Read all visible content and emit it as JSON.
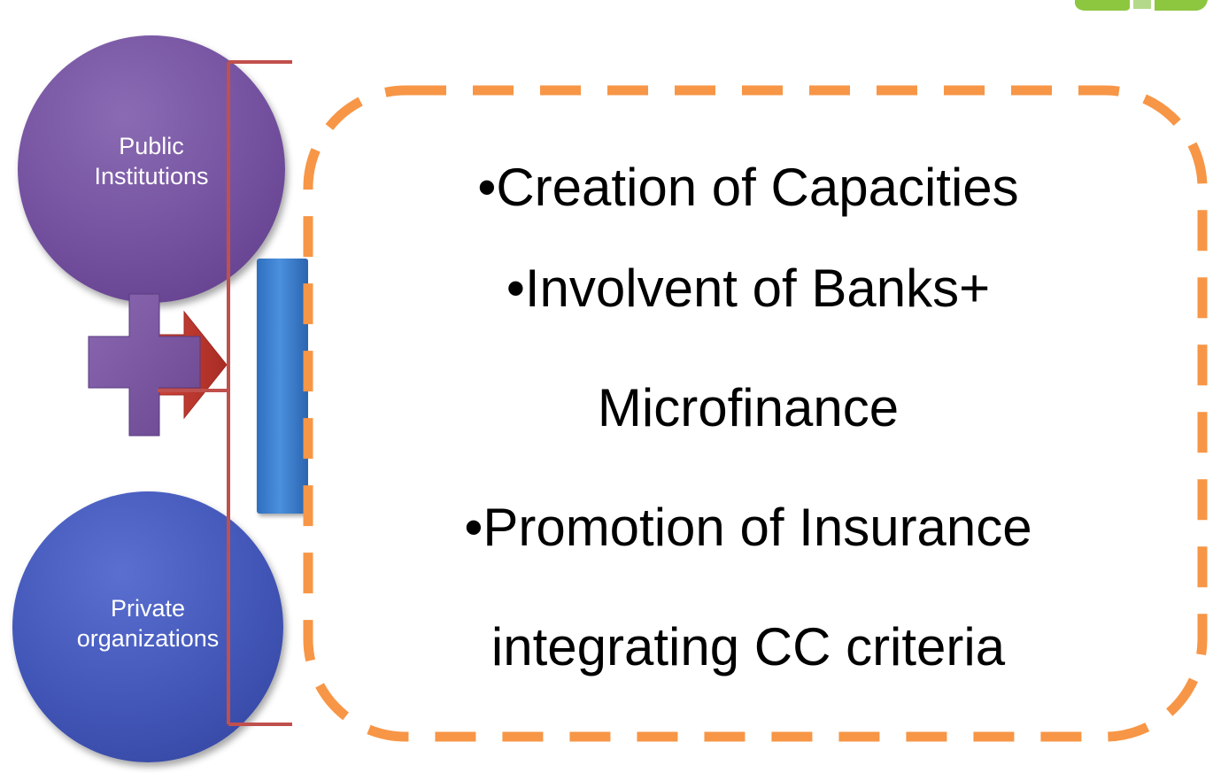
{
  "diagram": {
    "nodes": {
      "public_institutions": {
        "label": "Public\nInstitutions",
        "color": "#74519f"
      },
      "private_organizations": {
        "label": "Private\norganizations",
        "color": "#4256b8"
      }
    },
    "connector": {
      "plus_symbol_color": "#7a569f",
      "arrow_color": "#c0392b",
      "bracket_color": "#c0504d",
      "bar_color": "#3b7dd0"
    },
    "bullet_box": {
      "border_color": "#f79646",
      "lines": [
        "•Creation of Capacities",
        "•Involvent of Banks+",
        "Microfinance",
        "•Promotion of Insurance",
        "integrating CC criteria"
      ]
    }
  },
  "logo": {
    "color": "#8dc63f"
  }
}
